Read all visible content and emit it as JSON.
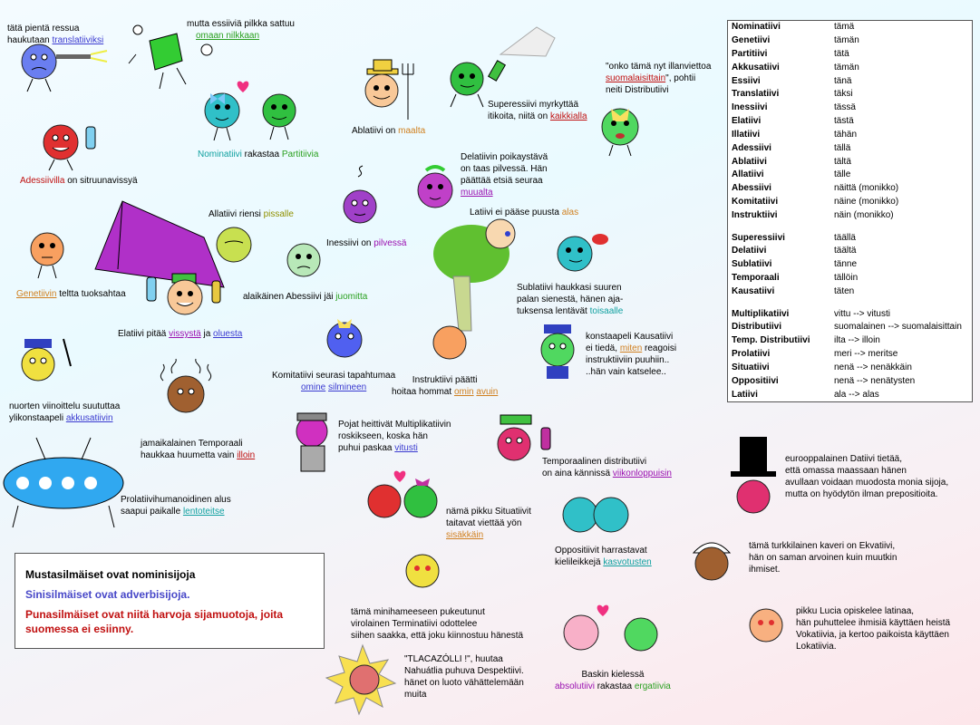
{
  "colors": {
    "blue": "#3a3ad0",
    "green": "#2aa020",
    "orange": "#d08020",
    "purple": "#9a10b0",
    "teal": "#10a0a0",
    "red": "#c01010",
    "olive": "#909000",
    "dark": "#000000"
  },
  "table": [
    [
      "Nominatiivi",
      "tämä"
    ],
    [
      "Genetiivi",
      "tämän"
    ],
    [
      "Partitiivi",
      "tätä"
    ],
    [
      "Akkusatiivi",
      "tämän"
    ],
    [
      "Essiivi",
      "tänä"
    ],
    [
      "Translatiivi",
      "täksi"
    ],
    [
      "Inessiivi",
      "tässä"
    ],
    [
      "Elatiivi",
      "tästä"
    ],
    [
      "Illatiivi",
      "tähän"
    ],
    [
      "Adessiivi",
      "tällä"
    ],
    [
      "Ablatiivi",
      "tältä"
    ],
    [
      "Allatiivi",
      "tälle"
    ],
    [
      "Abessiivi",
      "näittä (monikko)"
    ],
    [
      "Komitatiivi",
      "näine (monikko)"
    ],
    [
      "Instruktiivi",
      "näin (monikko)"
    ],
    null,
    [
      "Superessiivi",
      "täällä"
    ],
    [
      "Delatiivi",
      "täältä"
    ],
    [
      "Sublatiivi",
      "tänne"
    ],
    [
      "Temporaali",
      "tällöin"
    ],
    [
      "Kausatiivi",
      "täten"
    ],
    null,
    [
      "Multiplikatiivi",
      "vittu --> vitusti"
    ],
    [
      "Distributiivi",
      "suomalainen --> suomalaisittain"
    ],
    [
      "Temp. Distributiivi",
      "ilta --> illoin"
    ],
    [
      "Prolatiivi",
      "meri --> meritse"
    ],
    [
      "Situatiivi",
      "nenä --> nenäkkäin"
    ],
    [
      "Oppositiivi",
      "nenä --> nenätysten"
    ],
    [
      "Latiivi",
      "ala --> alas"
    ]
  ],
  "legend": {
    "line1": "Mustasilmäiset ovat nominisijoja",
    "line2": "Sinisilmäiset ovat adverbisijoja.",
    "line3a": "Punasilmäiset ovat niitä harvoja sijamuotoja, joita",
    "line3b": "suomessa ei esiinny."
  },
  "captions": {
    "translatiivi": {
      "l1": "tätä pientä ressua",
      "l2a": "haukutaan ",
      "l2b": "translatiiviksi"
    },
    "essiivi": {
      "l1": "mutta essiiviä pilkka sattuu",
      "l2": "omaan nilkkaan"
    },
    "nominatiivi": {
      "a": "Nominatiivi",
      "b": " rakastaa ",
      "c": "Partitiivia"
    },
    "ablatiivi": {
      "a": "Ablatiivi on ",
      "b": "maalta"
    },
    "superessiivi": {
      "l1": "Superessiivi myrkyttää",
      "l2a": "itikoita, niitä on ",
      "l2b": "kaikkialla"
    },
    "distributiivi": {
      "l1": "\"onko tämä nyt illanviettoa",
      "l2a": "suomalaisittain",
      "l2b": "\", pohtii",
      "l3": "neiti Distributiivi"
    },
    "adessiivi": {
      "a": "Adessiivilla",
      "b": " on sitruunavissyä"
    },
    "delatiivi": {
      "l1": "Delatiivin poikaystävä",
      "l2": "on taas pilvessä. Hän",
      "l3": "päättää etsiä seuraa",
      "l4": "muualta"
    },
    "allatiivi": {
      "a": "Allatiivi riensi ",
      "b": "pissalle"
    },
    "inessiivi": {
      "a": "Inessiivi on ",
      "b": "pilvessä"
    },
    "latiivi": {
      "a": "Latiivi ei pääse puusta ",
      "b": "alas"
    },
    "genetiivi": {
      "a": "Genetiivin",
      "b": " teltta tuoksahtaa"
    },
    "abessiivi": {
      "a": "alaikäinen Abessiivi jäi ",
      "b": "juomitta"
    },
    "sublatiivi": {
      "l1": "Sublatiivi haukkasi suuren",
      "l2": "palan sienestä, hänen aja-",
      "l3a": "tuksensa lentävät ",
      "l3b": "toisaalle"
    },
    "elatiivi": {
      "a": "Elatiivi  pitää ",
      "b": "vissystä",
      "c": " ja ",
      "d": "oluesta"
    },
    "komitatiivi": {
      "l1": "Komitatiivi seurasi tapahtumaa",
      "l2a": "omine",
      "l2b": " ",
      "l2c": "silmineen"
    },
    "instruktiivi": {
      "l1": "Instruktiivi päätti",
      "l2a": "hoitaa hommat ",
      "l2b": "omin",
      "l2c": " ",
      "l2d": "avuin"
    },
    "kausatiivi": {
      "l1": "konstaapeli Kausatiivi",
      "l2a": "ei tiedä, ",
      "l2b": "miten",
      "l2c": " reagoisi",
      "l3": "instruktiiviin puuhiin..",
      "l4": "..hän vain katselee.."
    },
    "akkusatiivi": {
      "l1": "nuorten viinoittelu suututtaa",
      "l2a": "ylikonstaapeli ",
      "l2b": "akkusatiivin"
    },
    "temporaali": {
      "l1": "jamaikalainen Temporaali",
      "l2a": "haukkaa huumetta vain ",
      "l2b": "illoin"
    },
    "multiplikatiivi": {
      "l1": "Pojat heittivät Multiplikatiivin",
      "l2": "roskikseen, koska hän",
      "l3a": "puhui paskaa ",
      "l3b": "vitusti"
    },
    "tempdistr": {
      "l1": "Temporaalinen distributiivi",
      "l2a": "on aina kännissä ",
      "l2b": "viikonloppuisin"
    },
    "datiivi": {
      "l1": "eurooppalainen Datiivi tietää,",
      "l2": "että omassa maassaan hänen",
      "l3": "avullaan voidaan muodosta monia sijoja,",
      "l4": "mutta on hyödytön ilman prepositioita."
    },
    "prolatiivi": {
      "l1": "Prolatiivihumanoidinen alus",
      "l2a": "saapui paikalle ",
      "l2b": "lentoteitse"
    },
    "situatiivi": {
      "l1": "nämä pikku Situatiivit",
      "l2": "taitavat viettää yön",
      "l3": "sisäkkäin"
    },
    "oppositiivi": {
      "l1": "Oppositiivit harrastavat",
      "l2a": "kielileikkejä ",
      "l2b": "kasvotusten"
    },
    "ekvatiivi": {
      "l1": "tämä turkkilainen kaveri on Ekvatiivi,",
      "l2": "hän on saman arvoinen kuin muutkin",
      "l3": "ihmiset."
    },
    "terminatiivi": {
      "l1": "tämä minihameeseen pukeutunut",
      "l2": "virolainen Terminatiivi odottelee",
      "l3": "siihen saakka, että joku kiinnostuu hänestä"
    },
    "vokatiivi": {
      "l1": "pikku Lucia opiskelee latinaa,",
      "l2": "hän puhuttelee ihmisiä käyttäen heistä",
      "l3": "Vokatiivia, ja kertoo paikoista käyttäen",
      "l4": "Lokatiivia."
    },
    "despektiivi": {
      "l1": "\"TLACAZÓLLI !\", huutaa",
      "l2": "Nahuátlia puhuva Despektiivi.",
      "l3": "hänet on luoto vähättelemään",
      "l4": "muita"
    },
    "absolutiivi": {
      "l1": "Baskin kielessä",
      "l2a": "absolutiivi",
      "l2b": " rakastaa ",
      "l2c": "ergatiivia"
    }
  }
}
